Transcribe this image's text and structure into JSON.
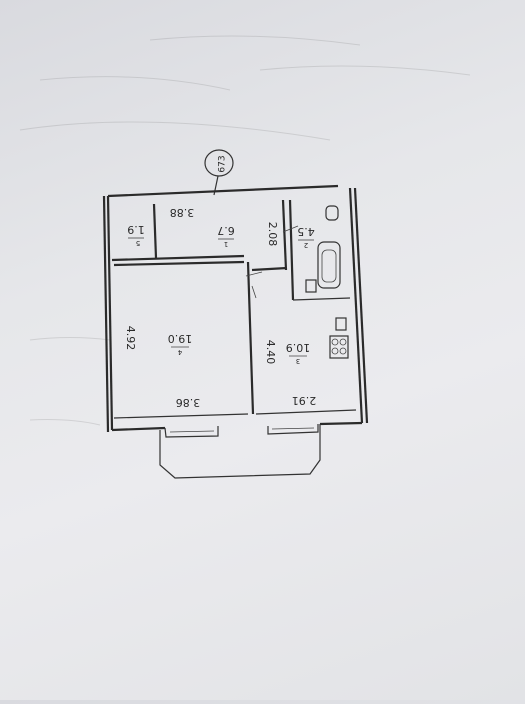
{
  "plan": {
    "building_number": "673",
    "rooms": [
      {
        "id": "storage",
        "index": "5",
        "area": "1.9"
      },
      {
        "id": "corridor",
        "index": "1",
        "area": "6.7",
        "width": "3.88"
      },
      {
        "id": "bathroom",
        "index": "2",
        "area": "4.5",
        "width": "2.08"
      },
      {
        "id": "living-room",
        "index": "4",
        "area": "19.0",
        "length": "4.92",
        "width": "3.86"
      },
      {
        "id": "kitchen",
        "index": "3",
        "area": "10.9",
        "length": "4.40",
        "width": "2.91"
      }
    ]
  }
}
